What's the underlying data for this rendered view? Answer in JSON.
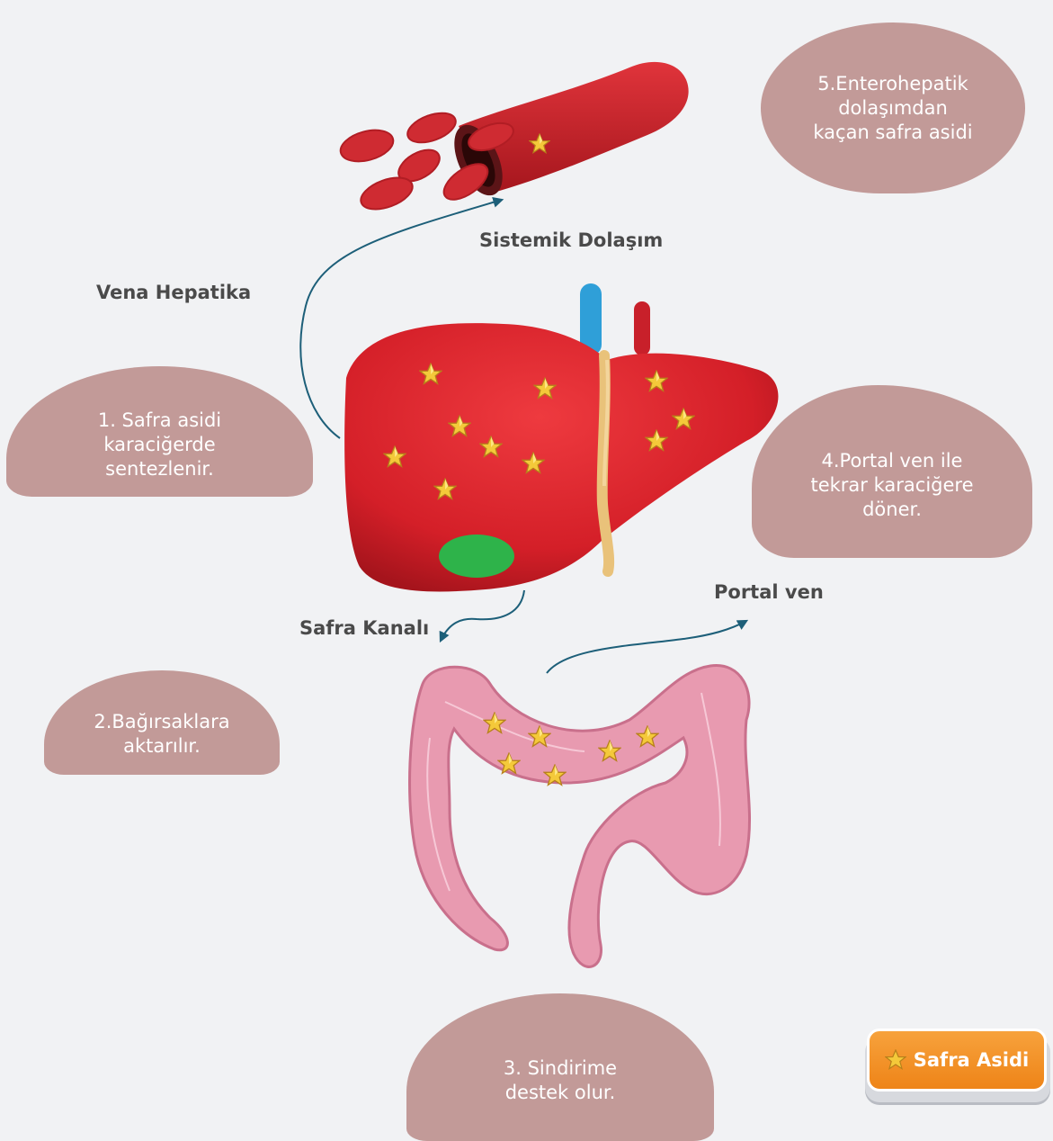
{
  "bubbles": {
    "step1": "1. Safra asidi\nkaraciğerde\nsentezlenir.",
    "step2": "2.Bağırsaklara\naktarılır.",
    "step3": "3. Sindirime\ndestek olur.",
    "step4": "4.Portal ven ile\ntekrar karaciğere\ndöner.",
    "step5": "5.Enterohepatik\ndolaşımdan\nkaçan safra asidi"
  },
  "labels": {
    "systemic": "Sistemik Dolaşım",
    "vena_hepatika": "Vena Hepatika",
    "safra_kanali": "Safra Kanalı",
    "portal_ven": "Portal ven"
  },
  "legend": {
    "label": "Safra Asidi",
    "icon": "star-icon"
  },
  "colors": {
    "bubble": "#c29a98",
    "liver": "#d8232c",
    "gallbladder": "#2eb34a",
    "portal_vein_blue": "#2f9fd8",
    "blood_vessel": "#c8202a",
    "intestine": "#e89ab0",
    "arrow": "#1d5f79",
    "star": "#f2c531",
    "legend": "#f08c22"
  }
}
